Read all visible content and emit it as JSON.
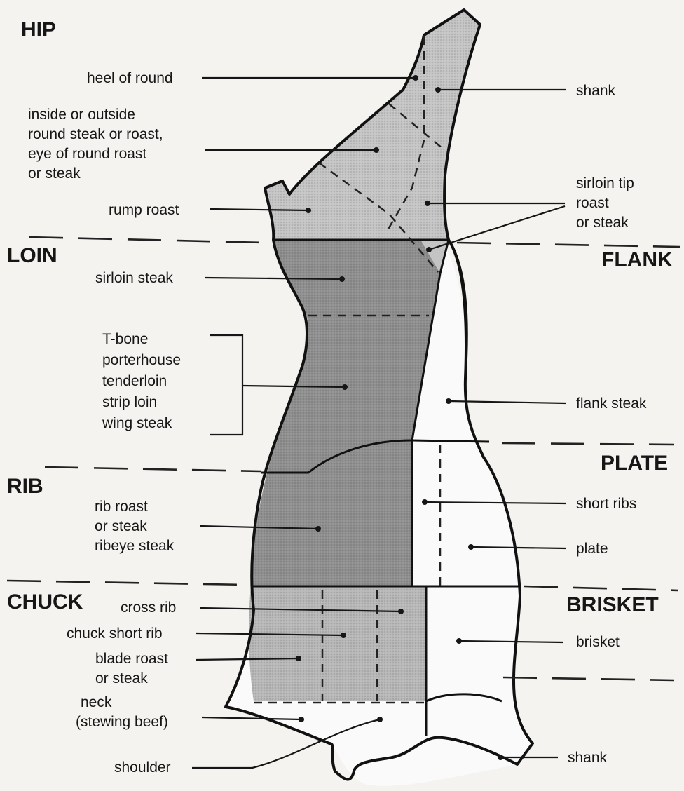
{
  "sections": {
    "hip": "HIP",
    "loin": "LOIN",
    "flank": "FLANK",
    "plate": "PLATE",
    "rib": "RIB",
    "chuck": "CHUCK",
    "brisket": "BRISKET"
  },
  "labels": {
    "heel_of_round": "heel of round",
    "shank_hind": "shank",
    "round": [
      "inside or outside",
      "round steak or roast,",
      "eye of round roast",
      "or steak"
    ],
    "rump_roast": "rump roast",
    "sirloin_tip": [
      "sirloin tip",
      "roast",
      "or steak"
    ],
    "sirloin_steak": "sirloin steak",
    "short_loin": [
      "T-bone",
      "porterhouse",
      "tenderloin",
      "strip loin",
      "wing steak"
    ],
    "flank_steak": "flank steak",
    "short_ribs": "short ribs",
    "plate": "plate",
    "rib_roast": [
      "rib roast",
      "or steak",
      "ribeye steak"
    ],
    "cross_rib": "cross rib",
    "chuck_short_rib": "chuck short rib",
    "blade": [
      "blade roast",
      "or steak"
    ],
    "brisket": "brisket",
    "neck": [
      "neck",
      "(stewing beef)"
    ],
    "shoulder": "shoulder",
    "shank_fore": "shank"
  },
  "colors": {
    "hip_fill": "#c4c4c4",
    "loin_rib_fill": "#8e8e8e",
    "chuck_fill": "#b8b8b8",
    "white_fill": "#fafafa",
    "ink": "#161616"
  }
}
